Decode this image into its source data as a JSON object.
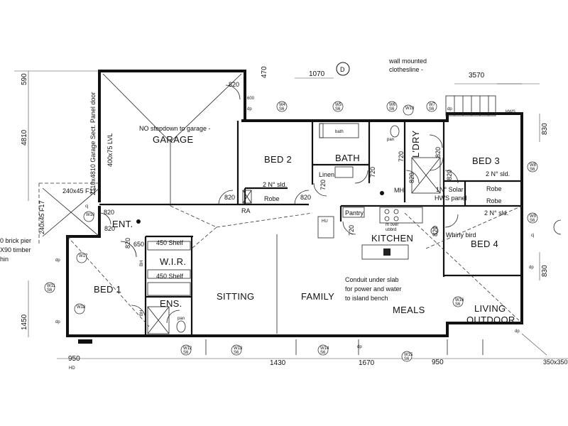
{
  "rooms": {
    "garage": "GARAGE",
    "bed2": "BED 2",
    "bath": "BATH",
    "ldry": "L'DRY",
    "bed3": "BED 3",
    "bed4": "BED 4",
    "ent": "ENT.",
    "wir": "W.I.R.",
    "bed1": "BED 1",
    "ens": "ENS.",
    "sitting": "SITTING",
    "family": "FAMILY",
    "kitchen": "KITCHEN",
    "meals": "MEALS",
    "living_outdoor_1": "LIVING",
    "living_outdoor_2": "OUTDOOR"
  },
  "notes": {
    "garage_1": "NO stepdown to garage -",
    "clothesline_1": "wall mounted",
    "clothesline_2": "clothesline -",
    "garage_door": "2110x4810 Garage Sect. Panel door",
    "lvl": "400x75 LVL",
    "solar_1": "1N° Solar",
    "solar_2": "HWS panel",
    "conduit_1": "Conduit under slab",
    "conduit_2": "for power and water",
    "conduit_3": "to island bench",
    "whirly": "Whirly bird",
    "pier_1": "0 brick pier",
    "pier_2": "X90 timber",
    "pier_3": "hin",
    "bed2_sld": "2 N° sld.",
    "bed3_sld": "2 N° sld.",
    "bed4_sld": "2 N° sld.",
    "shelf_1": "450 Shelf",
    "shelf_2": "450 Shelf",
    "robe_bed2": "Robe",
    "robe_bed3": "Robe",
    "robe_bed4": "Robe",
    "linen": "Linen",
    "pantry": "Pantry",
    "lintel_1": "240x45 F17",
    "lintel_2": "240x45 F17",
    "size_350": "350x350",
    "ra": "RA",
    "mh": "MH",
    "hu": "HU",
    "hws": "HWS",
    "bath_tub": "bath",
    "pan_1": "pan",
    "pan_2": "pan",
    "overhead": "m over",
    "overhead_2": "ubbrd",
    "bh_1": "BH",
    "bh_2": "BH",
    "north": "D",
    "hd": "HD"
  },
  "dimensions": {
    "top_470": "470",
    "top_1070": "1070",
    "top_3570": "3570",
    "left_590": "590",
    "left_4810": "4810",
    "left_1450": "1450",
    "right_830_a": "830",
    "right_830_b": "830",
    "bottom_950_a": "950",
    "bottom_1430": "1430",
    "bottom_1670": "1670",
    "bottom_950_b": "950",
    "d_600": "600",
    "d_650": "650",
    "door_garage": "820",
    "door_ent": "820",
    "door_bed2": "820",
    "door_bath": "820",
    "door_bath2": "720",
    "door_ldry_1": "720",
    "door_ldry_2": "720",
    "door_ldry_3": "820",
    "door_ldry_4": "820",
    "door_pantry": "720",
    "door_wir": "820",
    "door_bed4": "820",
    "door_ens": "820",
    "door_bed1": "820"
  },
  "markers": {
    "labels": [
      "W4",
      "W5",
      "W6",
      "W7",
      "W8",
      "W9",
      "W10",
      "W11",
      "W12",
      "W13",
      "W14",
      "W15",
      "W16",
      "W17",
      "W18",
      "W19"
    ],
    "sub": "S6"
  },
  "downpipe": "dp",
  "ties": "cj"
}
